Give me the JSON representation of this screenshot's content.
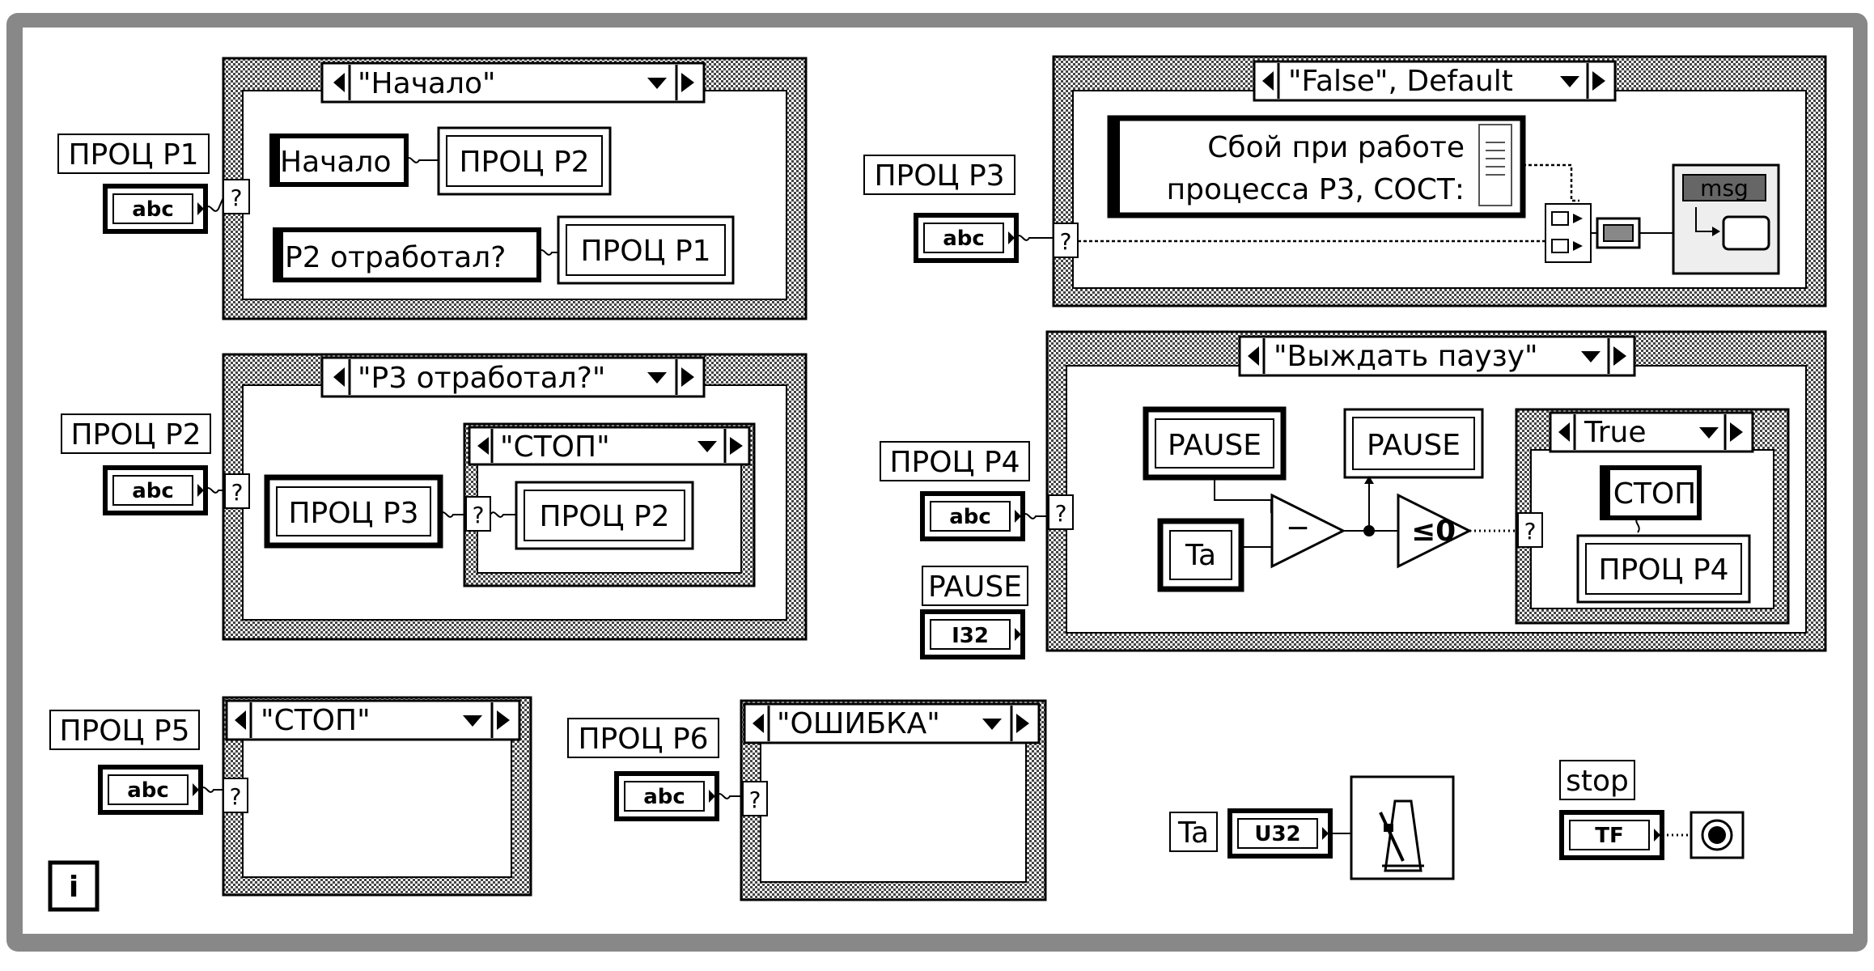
{
  "labels": {
    "p1": "ПРОЦ Р1",
    "p2": "ПРОЦ Р2",
    "p3": "ПРОЦ Р3",
    "p4": "ПРОЦ Р4",
    "p5": "ПРОЦ Р5",
    "p6": "ПРОЦ Р6",
    "pause": "PAUSE",
    "ta": "Ta",
    "stop": "stop"
  },
  "terminals": {
    "abc": "abc",
    "i32": "I32",
    "u32": "U32",
    "tf": "TF",
    "selector": "?"
  },
  "case1": {
    "selector": "\"Начало\"",
    "const1": "Начало",
    "const1_target": "ПРОЦ Р2",
    "const2": "Р2 отработал?",
    "const2_target": "ПРОЦ Р1"
  },
  "case2": {
    "selector": "\"Р3 отработал?\"",
    "const1": "ПРОЦ Р3",
    "inner_selector": "\"СТОП\"",
    "inner_const": "ПРОЦ Р2"
  },
  "case3": {
    "selector": "\"False\", Default",
    "message_line1": "Сбой при работе",
    "message_line2": "процесса Р3, СОСТ:",
    "msg_icon": "msg"
  },
  "case4": {
    "selector": "\"Выждать паузу\"",
    "pause_ctrl": "PAUSE",
    "pause_ind": "PAUSE",
    "ta_ctrl": "Ta",
    "subtract": "−",
    "compare": "≤0",
    "inner_selector": "True",
    "inner_const1": "СТОП",
    "inner_const2": "ПРОЦ Р4"
  },
  "case5": {
    "selector": "\"СТОП\""
  },
  "case6": {
    "selector": "\"ОШИБКА\""
  },
  "info_icon": "i"
}
